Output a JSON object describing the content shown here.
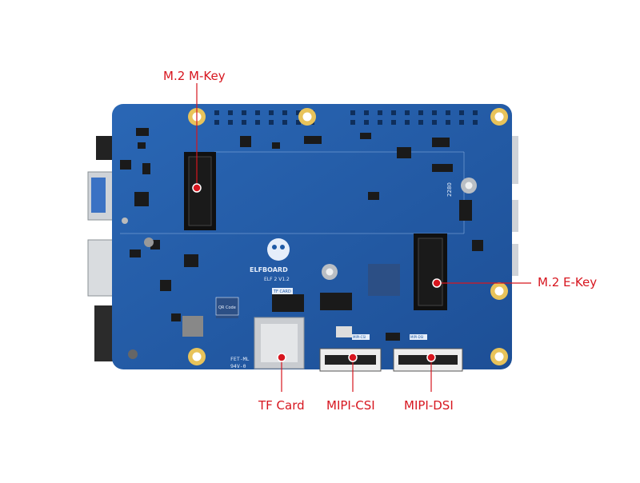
{
  "board": {
    "logo_text": "ELFBOARD",
    "model_text": "ELF 2 V1.2",
    "qr_label": "QR Code",
    "tf_silk": "TF CARD",
    "csi_silk": "MIPI-CSI",
    "dsi_silk": "MIPI-DSI",
    "m2_size_silk": "2280",
    "corner_silk_1": "FET-ML",
    "corner_silk_2": "94V-0"
  },
  "callouts": {
    "m2_mkey": "M.2 M-Key",
    "m2_ekey": "M.2 E-Key",
    "tf_card": "TF Card",
    "mipi_csi": "MIPI-CSI",
    "mipi_dsi": "MIPI-DSI"
  },
  "colors": {
    "accent": "#d7161f",
    "pcb": "#1f5aa6",
    "pcb_dark": "#173f7a",
    "pad": "#e8c35a"
  }
}
